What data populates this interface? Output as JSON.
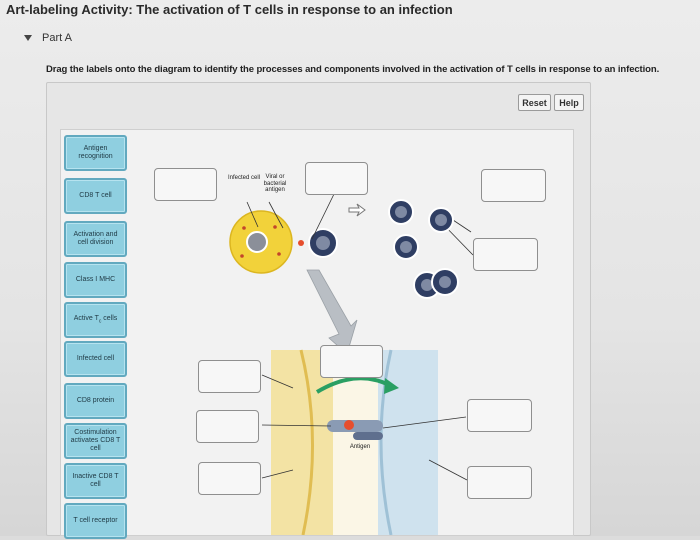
{
  "header": {
    "title": "Art-labeling Activity: The activation of T cells in response to an infection",
    "part_label": "Part A"
  },
  "instructions": "Drag the labels onto the diagram to identify the processes and components involved in the activation of T cells in response to an infection.",
  "toolbar": {
    "reset_label": "Reset",
    "help_label": "Help"
  },
  "labels": [
    {
      "text": "Antigen recognition"
    },
    {
      "text": "CD8 T cell"
    },
    {
      "text": "Activation and cell division"
    },
    {
      "text": "Class I MHC"
    },
    {
      "text": "Active T",
      "subscript": "c",
      "suffix": " cells"
    },
    {
      "text": "Infected cell"
    },
    {
      "text": "CD8 protein"
    },
    {
      "text": "Costimulation activates CD8 T cell"
    },
    {
      "text": "Inactive CD8 T cell"
    },
    {
      "text": "T cell receptor"
    }
  ],
  "diagram": {
    "infected_cell_label": "Infected cell",
    "viral_antigen_label": "Viral or bacterial antigen",
    "antigen_label": "Antigen"
  },
  "colors": {
    "label_fill": "#8fcfe0",
    "label_border": "#62a9bf",
    "infected_cell": "#f2d23a",
    "t_cell": "#2f3e63",
    "arrow_green": "#2a9f63"
  }
}
